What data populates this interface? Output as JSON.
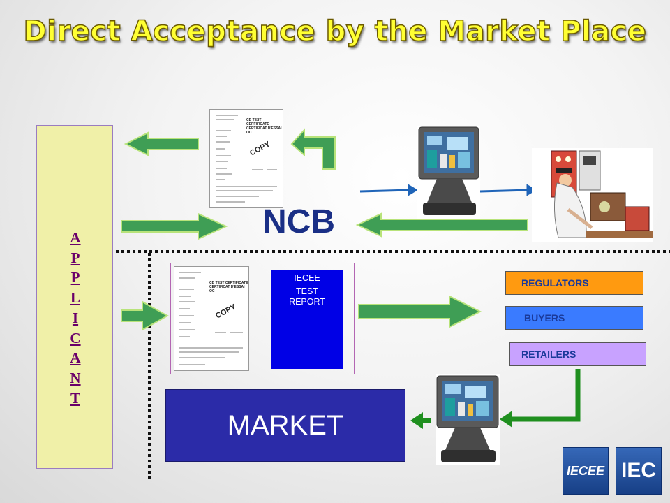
{
  "title": "Direct Acceptance by the Market Place",
  "applicant_letters": [
    "A",
    "P",
    "P",
    "L",
    "I",
    "C",
    "A",
    "N",
    "T"
  ],
  "ncb_label": "NCB",
  "market_label": "MARKET",
  "report": {
    "line1": "IECEE",
    "line2": "TEST",
    "line3": "REPORT"
  },
  "market_parties": {
    "regulators": "REGULATORS",
    "buyers": "BUYERS",
    "retailers": "RETAILERS"
  },
  "certificate": {
    "heading_line1": "CB TEST CERTIFICATE",
    "heading_line2": "CERTIFICAT D'ESSAI OC",
    "stamp": "COPY"
  },
  "logos": {
    "iecee": "IECEE",
    "iec": "IEC"
  },
  "colors": {
    "title": "#ffff33",
    "applicant_bg": "#f0f0a8",
    "arrow_green": "#3f9e55",
    "dark_green_arrow": "#1f8f1f",
    "market_bg": "#2b2ba8",
    "report_bg": "#0000e6",
    "regulators": "#ff9a10",
    "buyers": "#3a7bff",
    "retailers": "#c8a2ff"
  }
}
